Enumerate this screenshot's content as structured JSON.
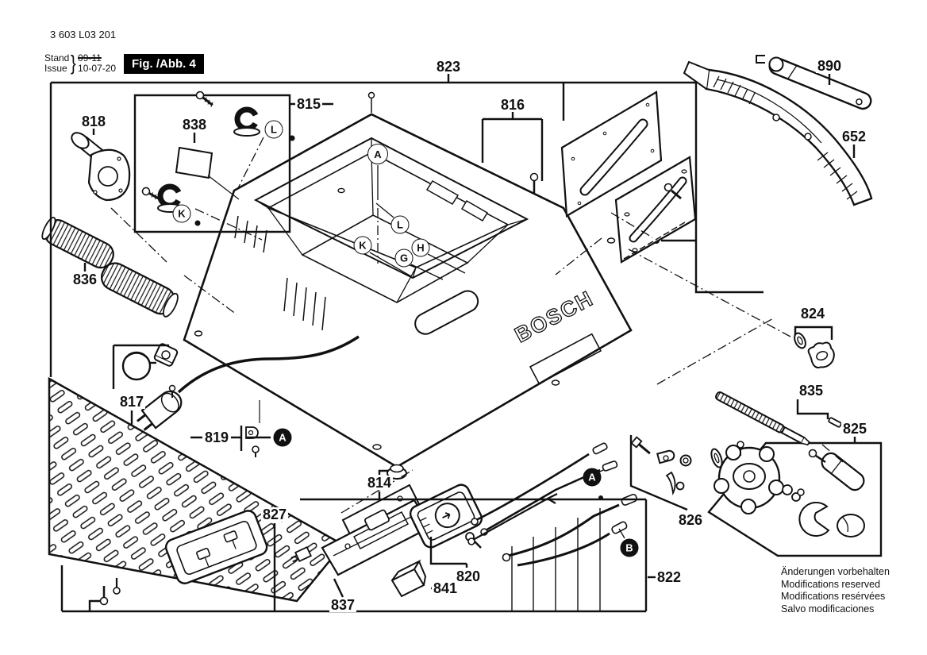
{
  "doc": {
    "part_number": "3 603 L03 201",
    "stand_label": "Stand",
    "issue_label": "Issue",
    "stand_date_old": "09-11",
    "stand_date_new": "10-07-20",
    "figure_label": "Fig. /Abb. 4",
    "brand": "BOSCH"
  },
  "footer": {
    "line1": "Änderungen vorbehalten",
    "line2": "Modifications reserved",
    "line3": "Modifications resérvées",
    "line4": "Salvo modificaciones"
  },
  "labels": {
    "l823": "823",
    "l815": "815",
    "l816": "816",
    "l890": "890",
    "l652": "652",
    "l818": "818",
    "l838": "838",
    "l836": "836",
    "l817": "817",
    "l819": "819",
    "l814": "814",
    "l827": "827",
    "l837": "837",
    "l841": "841",
    "l820": "820",
    "l822": "822",
    "l826": "826",
    "l824": "824",
    "l835": "835",
    "l825": "825"
  },
  "callouts": {
    "a": "A",
    "b": "B",
    "g": "G",
    "h": "H",
    "k": "K",
    "l": "L"
  }
}
